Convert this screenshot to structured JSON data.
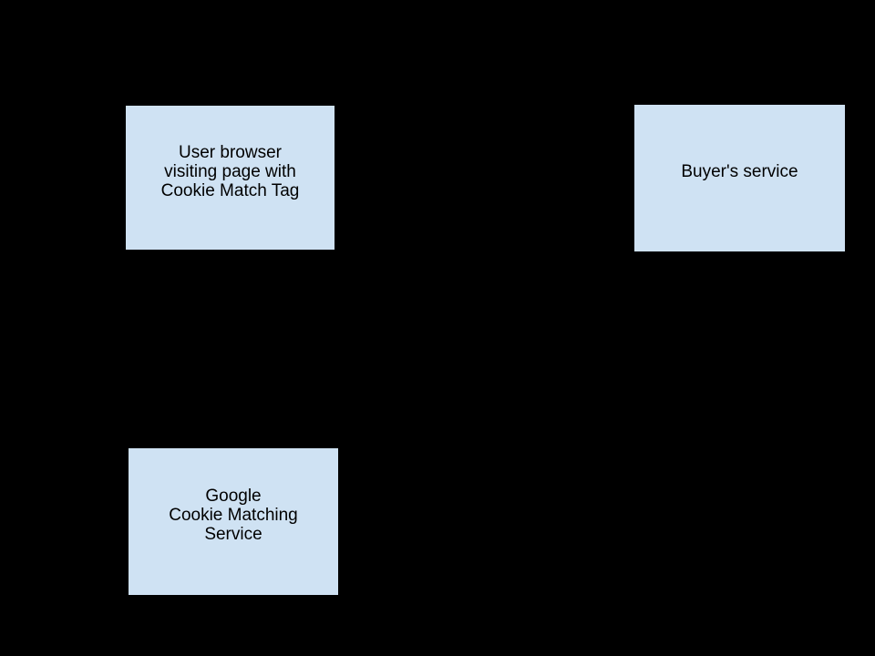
{
  "canvas": {
    "background": "#000000"
  },
  "diagram": {
    "nodes": [
      {
        "id": "user-browser",
        "lines": [
          "User browser",
          "visiting page with",
          "Cookie Match Tag"
        ],
        "fill": "#cfe2f3",
        "border_color": "#000000",
        "text_color": "#000000"
      },
      {
        "id": "buyers-service",
        "lines": [
          "Buyer's service"
        ],
        "fill": "#cfe2f3",
        "border_color": "#000000",
        "text_color": "#000000"
      },
      {
        "id": "google-cookie-matching-service",
        "lines": [
          "Google",
          "Cookie Matching",
          "Service"
        ],
        "fill": "#cfe2f3",
        "border_color": "#000000",
        "text_color": "#000000"
      }
    ]
  }
}
